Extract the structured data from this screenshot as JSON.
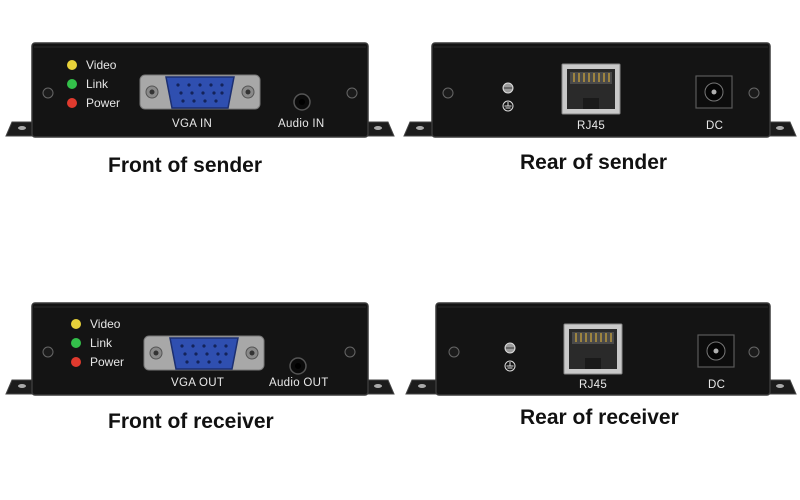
{
  "front_sender": {
    "caption": "Front of sender",
    "leds": [
      {
        "label": "Video",
        "color": "#e8d23a"
      },
      {
        "label": "Link",
        "color": "#33c04a"
      },
      {
        "label": "Power",
        "color": "#e03a2e"
      }
    ],
    "vga_label": "VGA  IN",
    "audio_label": "Audio IN"
  },
  "rear_sender": {
    "caption": "Rear of sender",
    "rj45_label": "RJ45",
    "dc_label": "DC"
  },
  "front_receiver": {
    "caption": "Front of receiver",
    "leds": [
      {
        "label": "Video",
        "color": "#e8d23a"
      },
      {
        "label": "Link",
        "color": "#33c04a"
      },
      {
        "label": "Power",
        "color": "#e03a2e"
      }
    ],
    "vga_label": "VGA  OUT",
    "audio_label": "Audio OUT"
  },
  "rear_receiver": {
    "caption": "Rear of receiver",
    "rj45_label": "RJ45",
    "dc_label": "DC"
  },
  "colors": {
    "housing": "#141414",
    "vga_blue": "#2f4fb0",
    "metal": "#b9b9b9"
  }
}
